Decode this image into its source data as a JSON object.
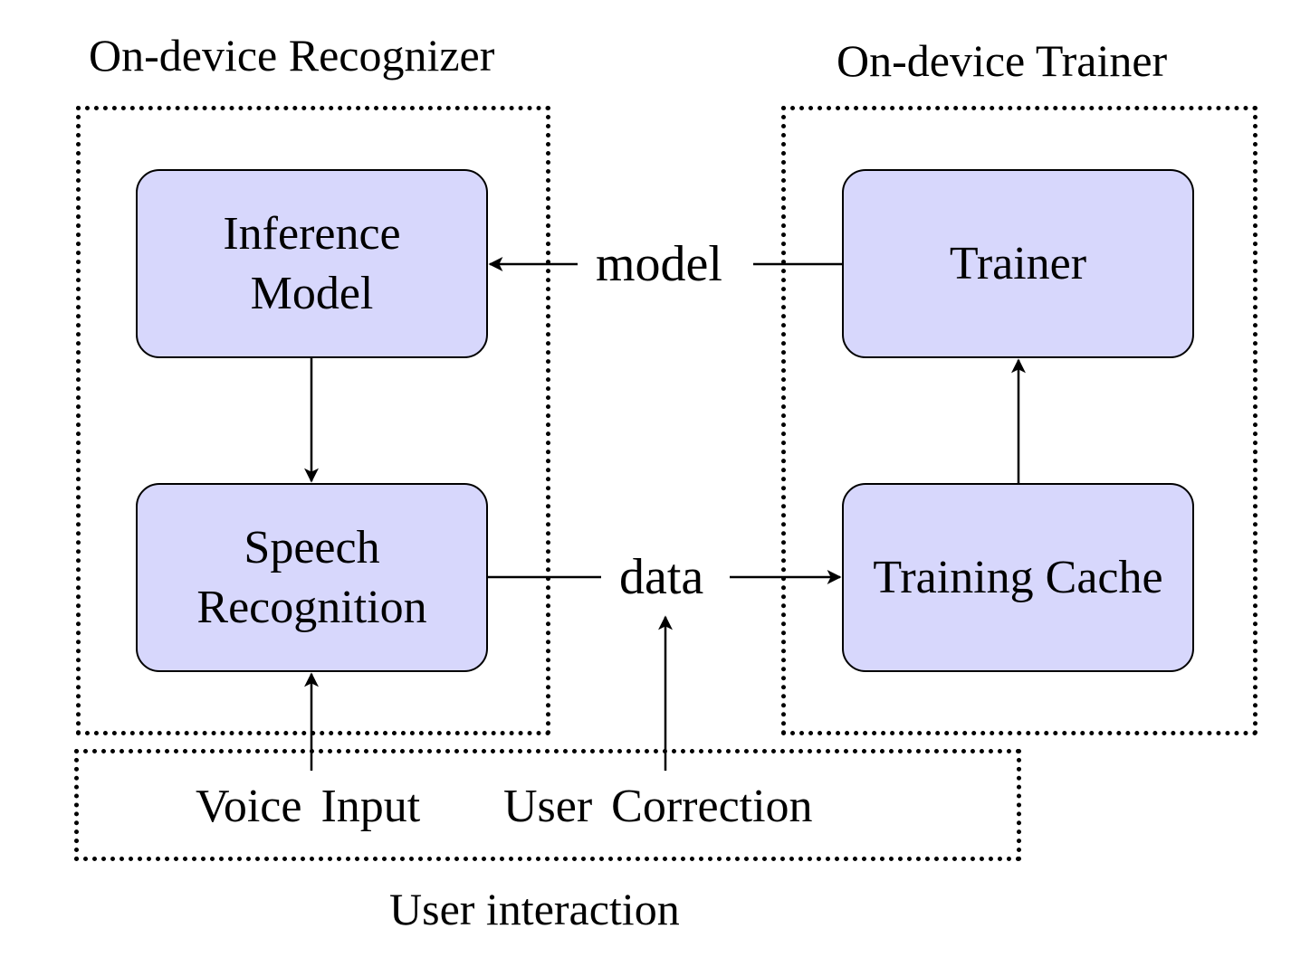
{
  "groups": {
    "recognizer": "On-device Recognizer",
    "trainer": "On-device Trainer",
    "user": "User interaction"
  },
  "nodes": {
    "inference": [
      "Inference",
      "Model"
    ],
    "speech": [
      "Speech",
      "Recognition"
    ],
    "trainer": [
      "Trainer"
    ],
    "cache": [
      "Training Cache"
    ]
  },
  "flows": {
    "model": "model",
    "data": "data"
  },
  "inputs": {
    "voice": "Voice Input",
    "correction": "User Correction"
  },
  "colors": {
    "node_fill": "#d7d7fc",
    "stroke": "#000000"
  }
}
